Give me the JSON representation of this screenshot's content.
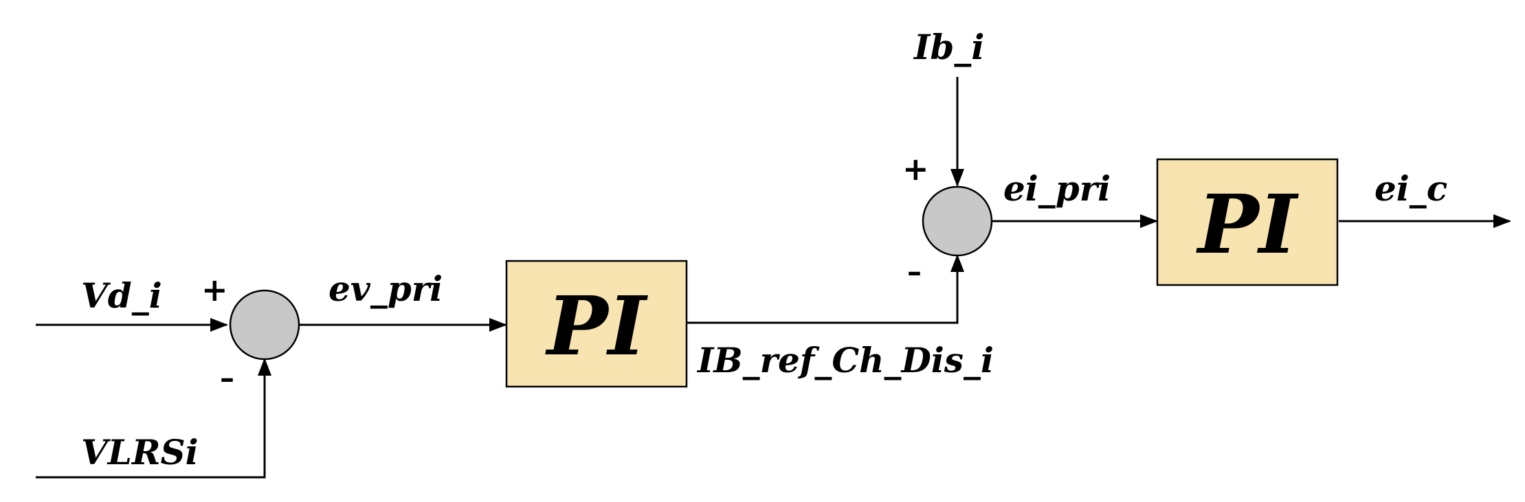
{
  "colors": {
    "block_fill": "#f7e4b0",
    "junction_fill": "#c8c8c8",
    "line": "#000000"
  },
  "signals": {
    "vd_i": "Vd_i",
    "vlrsi": "VLRSi",
    "ev_pri": "ev_pri",
    "ib_ref": "IB_ref_Ch_Dis_i",
    "ib_i": "Ib_i",
    "ei_pri": "ei_pri",
    "ei_c": "ei_c"
  },
  "blocks": {
    "pi_voltage": "PI",
    "pi_current": "PI"
  },
  "signs": {
    "plus": "+",
    "minus": "–"
  }
}
